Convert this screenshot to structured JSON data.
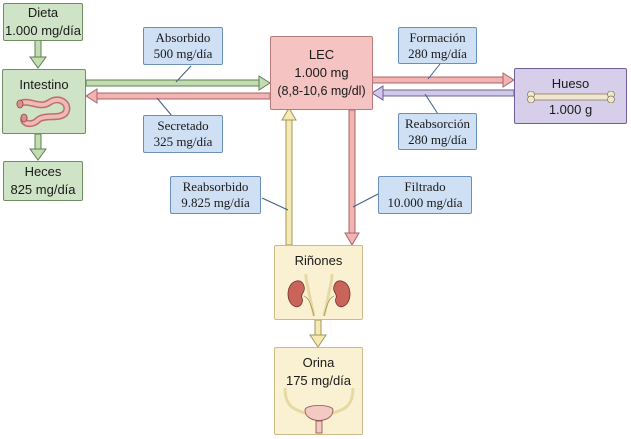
{
  "colors": {
    "green_box": "#cfe3c6",
    "red_box": "#f5c3c2",
    "purple_box": "#d7cfea",
    "cream_box": "#faf1d2",
    "label_box": "#cfe0f4",
    "arrow_green": "#c3ddb3",
    "arrow_red": "#f3b3b2",
    "arrow_purple": "#d1c9e8",
    "arrow_yellow": "#f5eab3"
  },
  "nodes": {
    "dieta": {
      "name": "Dieta",
      "value": "1.000 mg/día"
    },
    "intestino": {
      "name": "Intestino",
      "icon": "intestine-icon"
    },
    "heces": {
      "name": "Heces",
      "value": "825 mg/día"
    },
    "lec": {
      "name": "LEC",
      "value": "1.000 mg",
      "range": "(8,8-10,6 mg/dl)"
    },
    "hueso": {
      "name": "Hueso",
      "value": "1.000 g",
      "icon": "bone-icon"
    },
    "rinones": {
      "name": "Riñones",
      "icon": "kidneys-icon"
    },
    "orina": {
      "name": "Orina",
      "value": "175 mg/día",
      "icon": "bladder-icon"
    }
  },
  "flows": {
    "absorbido": {
      "name": "Absorbido",
      "value": "500 mg/día"
    },
    "secretado": {
      "name": "Secretado",
      "value": "325 mg/día"
    },
    "formacion": {
      "name": "Formación",
      "value": "280 mg/día"
    },
    "reabsorcion": {
      "name": "Reabsorción",
      "value": "280 mg/día"
    },
    "reabsorbido": {
      "name": "Reabsorbido",
      "value": "9.825 mg/día"
    },
    "filtrado": {
      "name": "Filtrado",
      "value": "10.000 mg/día"
    }
  }
}
